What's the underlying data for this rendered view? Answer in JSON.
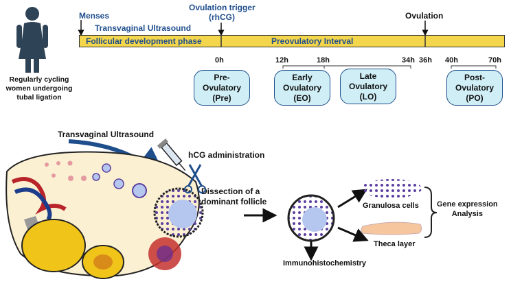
{
  "woman_caption": [
    "Regularly cycling",
    "women undergoing",
    "tubal ligation"
  ],
  "timeline": {
    "menses": "Menses",
    "tvus": "Transvaginal Ultrasound",
    "trigger_line1": "Ovulation trigger",
    "trigger_line2": "(rhCG)",
    "ovulation": "Ovulation",
    "follicular_phase": "Follicular development phase",
    "preovulatory_interval": "Preovulatory Interval",
    "ticks": [
      "0h",
      "12h",
      "18h",
      "34h",
      "36h",
      "40h",
      "70h"
    ]
  },
  "phases": [
    {
      "lines": [
        "Pre-",
        "Ovulatory",
        "(Pre)"
      ]
    },
    {
      "lines": [
        "Early",
        "Ovulatory",
        "(EO)"
      ]
    },
    {
      "lines": [
        "Late",
        "Ovulatory",
        "(LO)"
      ]
    },
    {
      "lines": [
        "Post-",
        "Ovulatory",
        "(PO)"
      ]
    }
  ],
  "workflow": {
    "tvus": "Transvaginal Ultrasound",
    "hcg": "hCG administration",
    "dissection_line1": "Dissection of a",
    "dissection_line2": "dominant follicle",
    "granulosa": "Granulosa cells",
    "theca": "Theca layer",
    "gene_line1": "Gene expression",
    "gene_line2": "Analysis",
    "ihc": "Immunohistochemistry"
  },
  "colors": {
    "timeline_bar": "#f3d64c",
    "phase_fill": "#cfeef6",
    "blue_text": "#1f4e8c",
    "ovary_fill": "#fbf0d2"
  }
}
